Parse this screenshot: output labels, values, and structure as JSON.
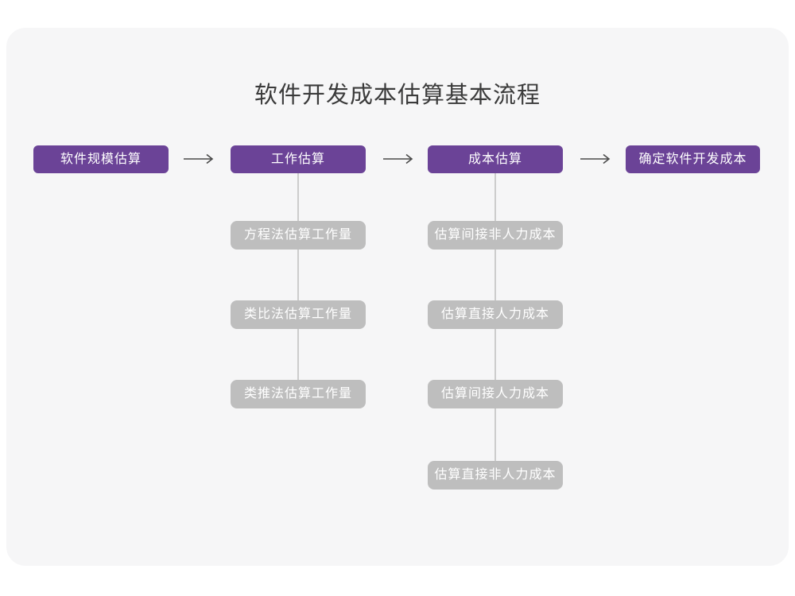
{
  "title": "软件开发成本估算基本流程",
  "colors": {
    "primary_purple": "#6b4397",
    "secondary_gray": "#bebebe",
    "card_background": "#f6f6f7",
    "page_background": "#ffffff",
    "connector_line": "#cccccc",
    "arrow": "#4a4a4a",
    "title_text": "#3b3b3b",
    "box_text": "#ffffff"
  },
  "flow": {
    "main_steps": [
      {
        "label": "软件规模估算"
      },
      {
        "label": "工作估算"
      },
      {
        "label": "成本估算"
      },
      {
        "label": "确定软件开发成本"
      }
    ],
    "work_estimation_methods": [
      {
        "label": "方程法估算工作量"
      },
      {
        "label": "类比法估算工作量"
      },
      {
        "label": "类推法估算工作量"
      }
    ],
    "cost_estimation_steps": [
      {
        "label": "估算间接非人力成本"
      },
      {
        "label": "估算直接人力成本"
      },
      {
        "label": "估算间接人力成本"
      },
      {
        "label": "估算直接非人力成本"
      }
    ]
  }
}
